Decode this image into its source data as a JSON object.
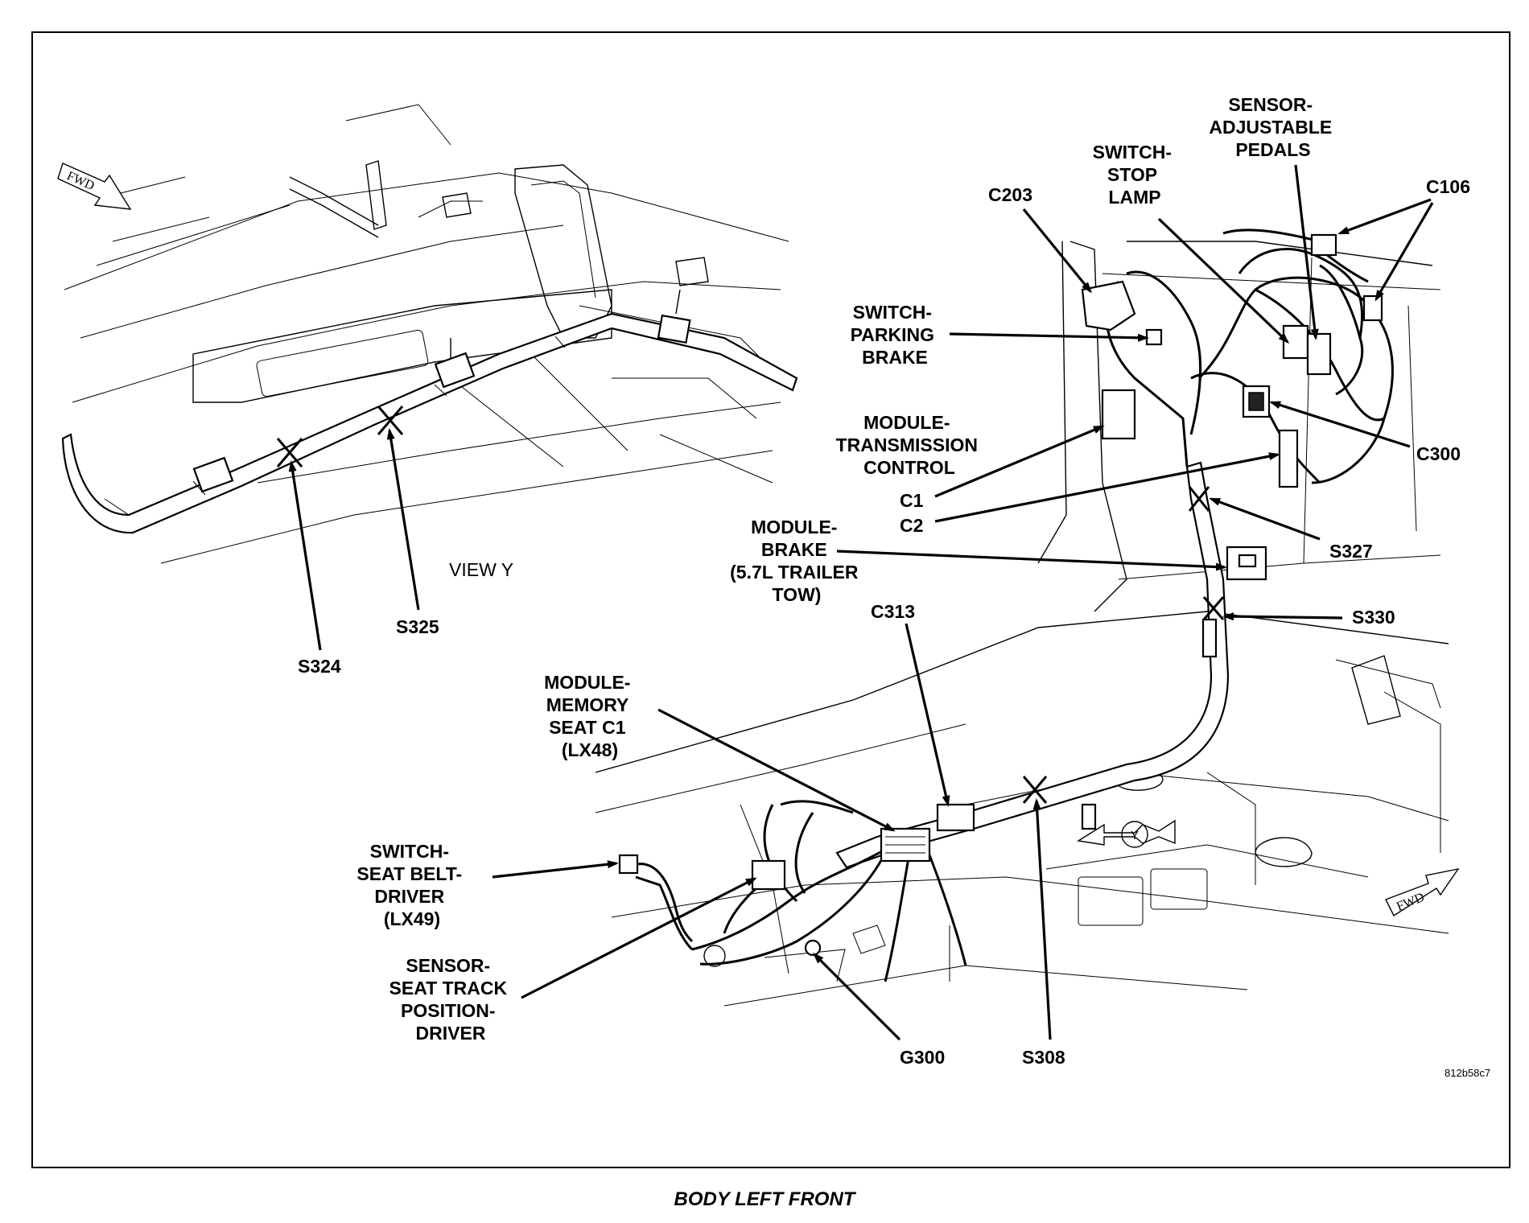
{
  "labels": {
    "sensor_adjustable_pedals": [
      "SENSOR-",
      "ADJUSTABLE",
      "PEDALS"
    ],
    "switch_stop_lamp": [
      "SWITCH-",
      "STOP",
      "LAMP"
    ],
    "c106": "C106",
    "c203": "C203",
    "switch_parking_brake": [
      "SWITCH-",
      "PARKING",
      "BRAKE"
    ],
    "module_transmission_control": [
      "MODULE-",
      "TRANSMISSION",
      "CONTROL"
    ],
    "c1": "C1",
    "c2": "C2",
    "c300": "C300",
    "s327": "S327",
    "module_brake": [
      "MODULE-",
      "BRAKE",
      "(5.7L TRAILER",
      "TOW)"
    ],
    "s330": "S330",
    "c313": "C313",
    "module_memory_seat": [
      "MODULE-",
      "MEMORY",
      "SEAT C1",
      "(LX48)"
    ],
    "switch_seat_belt": [
      "SWITCH-",
      "SEAT BELT-",
      "DRIVER",
      "(LX49)"
    ],
    "sensor_seat_track": [
      "SENSOR-",
      "SEAT TRACK",
      "POSITION-",
      "DRIVER"
    ],
    "g300": "G300",
    "s308": "S308",
    "s324": "S324",
    "s325": "S325",
    "view_y": "VIEW Y",
    "fwd": "FWD",
    "y_marker": "Y",
    "figure_id": "812b58c7",
    "caption": "BODY LEFT FRONT"
  }
}
